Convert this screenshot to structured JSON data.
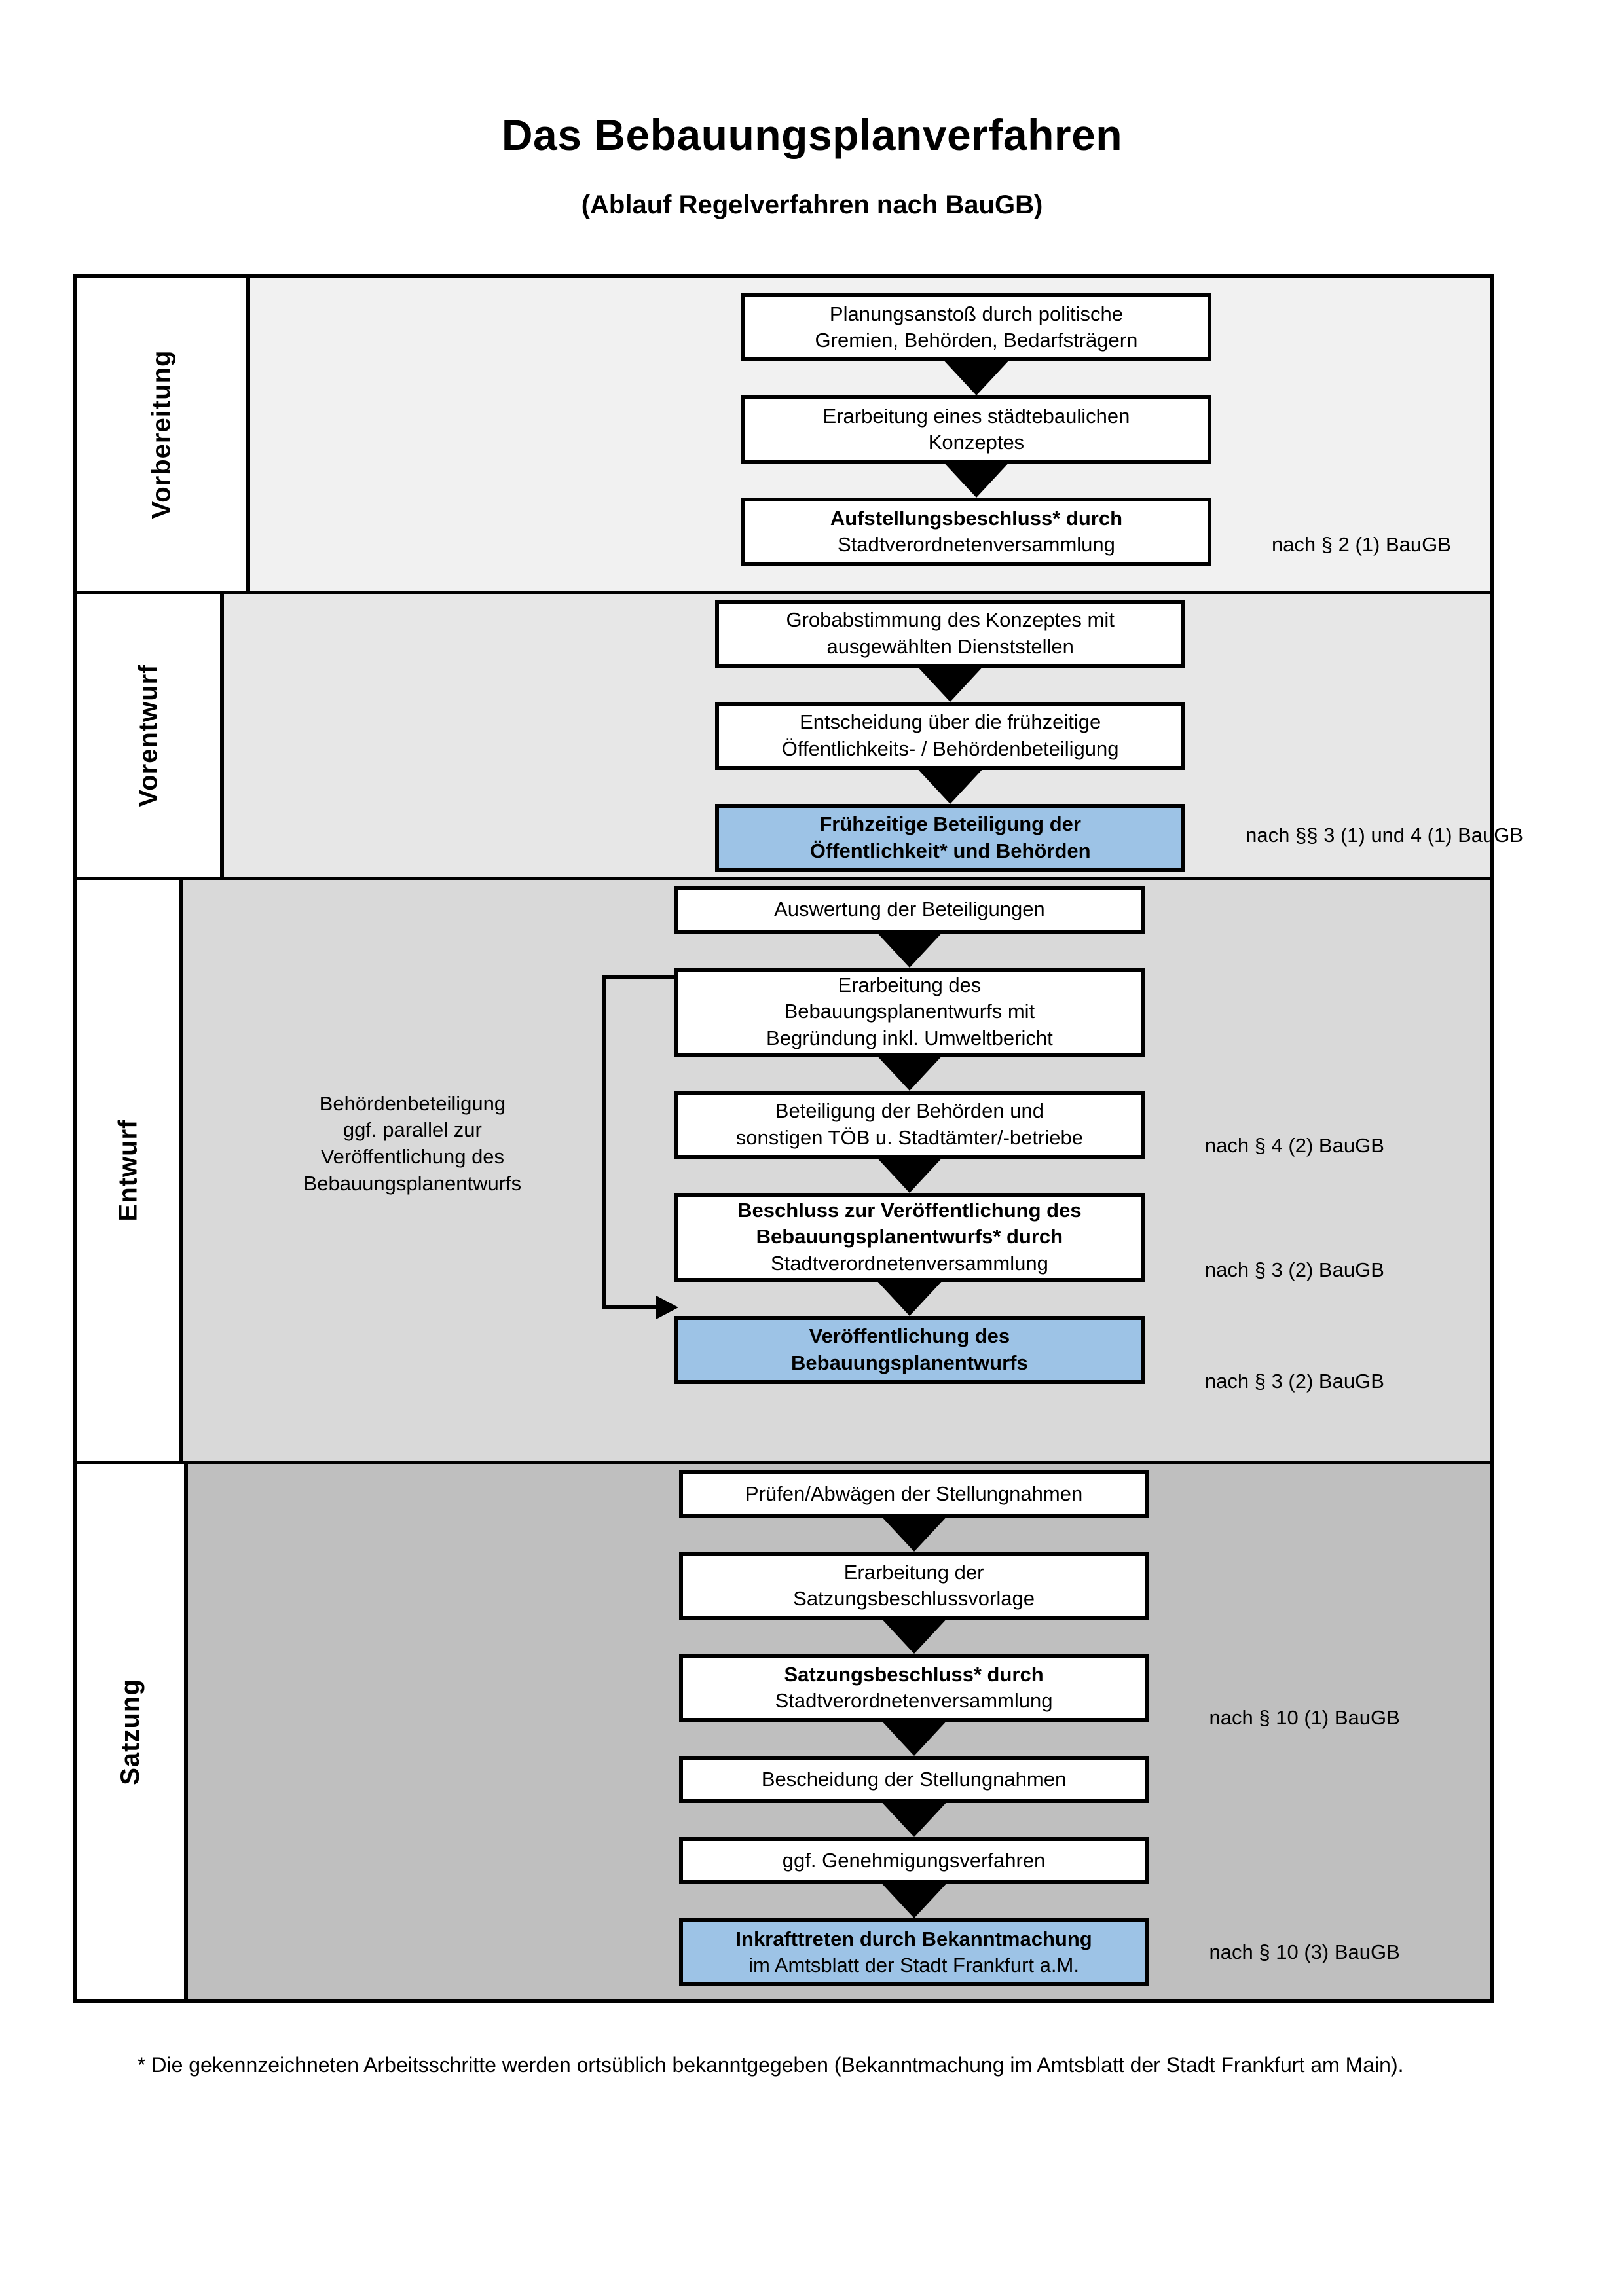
{
  "document": {
    "title": "Das Bebauungsplanverfahren",
    "subtitle": "(Ablauf Regelverfahren nach BauGB)",
    "footnote": "* Die gekennzeichneten Arbeitsschritte werden ortsüblich bekanntgegeben (Bekanntmachung im Amtsblatt  der Stadt Frankfurt am Main)."
  },
  "colors": {
    "accent_blue": "#9dc3e6",
    "band_1": "#f1f1f1",
    "band_2": "#e7e7e7",
    "band_3": "#d9d9d9",
    "band_4": "#bfbfbf",
    "line": "#000000"
  },
  "phases": [
    {
      "label": "Vorbereitung",
      "nodes": [
        {
          "lines": [
            {
              "text": "Planungsanstoß durch politische",
              "bold": false
            },
            {
              "text": "Gremien, Behörden, Bedarfsträgern",
              "bold": false
            }
          ],
          "highlight": false
        },
        {
          "lines": [
            {
              "text": "Erarbeitung eines städtebaulichen",
              "bold": false
            },
            {
              "text": "Konzeptes",
              "bold": false
            }
          ],
          "highlight": false
        },
        {
          "lines": [
            {
              "text": "Aufstellungsbeschluss* durch",
              "bold": true
            },
            {
              "text": "Stadtverordnetenversammlung",
              "bold": false
            }
          ],
          "highlight": false
        }
      ],
      "refs": [
        "nach § 2 (1) BauGB"
      ]
    },
    {
      "label": "Vorentwurf",
      "nodes": [
        {
          "lines": [
            {
              "text": "Grobabstimmung des Konzeptes mit",
              "bold": false
            },
            {
              "text": "ausgewählten Dienststellen",
              "bold": false
            }
          ],
          "highlight": false
        },
        {
          "lines": [
            {
              "text": "Entscheidung über die frühzeitige",
              "bold": false
            },
            {
              "text": "Öffentlichkeits- / Behördenbeteiligung",
              "bold": false
            }
          ],
          "highlight": false
        },
        {
          "lines": [
            {
              "text": "Frühzeitige Beteiligung der",
              "bold": true
            },
            {
              "text": "Öffentlichkeit* und Behörden",
              "bold": true
            }
          ],
          "highlight": true
        }
      ],
      "refs": [
        "nach §§ 3 (1) und 4 (1) BauGB"
      ]
    },
    {
      "label": "Entwurf",
      "sidenote": "Behördenbeteiligung ggf. parallel zur Veröffentlichung des Bebauungsplanentwurfs",
      "sidenote_lines": [
        "Behördenbeteiligung",
        "ggf. parallel zur",
        "Veröffentlichung des",
        "Bebauungsplanentwurfs"
      ],
      "nodes": [
        {
          "lines": [
            {
              "text": "Auswertung der Beteiligungen",
              "bold": false
            }
          ],
          "highlight": false
        },
        {
          "lines": [
            {
              "text": "Erarbeitung des",
              "bold": false
            },
            {
              "text": "Bebauungsplanentwurfs mit",
              "bold": false
            },
            {
              "text": "Begründung inkl. Umweltbericht",
              "bold": false
            }
          ],
          "highlight": false
        },
        {
          "lines": [
            {
              "text": "Beteiligung der Behörden und",
              "bold": false
            },
            {
              "text": "sonstigen TÖB u. Stadtämter/-betriebe",
              "bold": false
            }
          ],
          "highlight": false
        },
        {
          "lines": [
            {
              "text": "Beschluss zur Veröffentlichung des",
              "bold": true
            },
            {
              "text": "Bebauungsplanentwurfs* durch",
              "bold": true
            },
            {
              "text": "Stadtverordnetenversammlung",
              "bold": false
            }
          ],
          "highlight": false
        },
        {
          "lines": [
            {
              "text": "Veröffentlichung des",
              "bold": true
            },
            {
              "text": "Bebauungsplanentwurfs",
              "bold": true
            }
          ],
          "highlight": true
        }
      ],
      "refs": [
        "nach § 4 (2) BauGB",
        "nach § 3 (2) BauGB",
        "nach § 3 (2) BauGB"
      ]
    },
    {
      "label": "Satzung",
      "nodes": [
        {
          "lines": [
            {
              "text": "Prüfen/Abwägen der Stellungnahmen",
              "bold": false
            }
          ],
          "highlight": false
        },
        {
          "lines": [
            {
              "text": "Erarbeitung der",
              "bold": false
            },
            {
              "text": "Satzungsbeschlussvorlage",
              "bold": false
            }
          ],
          "highlight": false
        },
        {
          "lines": [
            {
              "text": "Satzungsbeschluss* durch",
              "bold": true
            },
            {
              "text": "Stadtverordnetenversammlung",
              "bold": false
            }
          ],
          "highlight": false
        },
        {
          "lines": [
            {
              "text": "Bescheidung der Stellungnahmen",
              "bold": false
            }
          ],
          "highlight": false
        },
        {
          "lines": [
            {
              "text": "ggf. Genehmigungsverfahren",
              "bold": false
            }
          ],
          "highlight": false
        },
        {
          "lines": [
            {
              "text": "Inkrafttreten durch Bekanntmachung",
              "bold": true
            },
            {
              "text": "im Amtsblatt der Stadt Frankfurt a.M.",
              "bold": false
            }
          ],
          "highlight": true
        }
      ],
      "refs": [
        "nach § 10 (1) BauGB",
        "nach § 10 (3) BauGB"
      ]
    }
  ]
}
